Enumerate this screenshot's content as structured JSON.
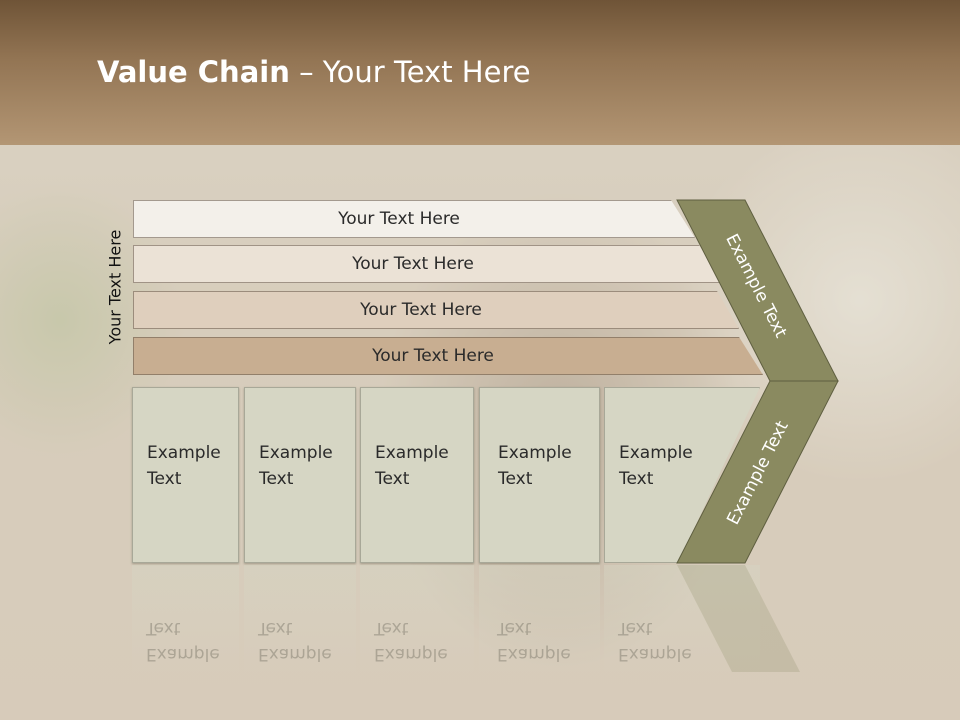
{
  "slide": {
    "title_bold": "Value Chain",
    "title_rest": " – Your Text Here",
    "vertical_label": "Your Text Here"
  },
  "bars": [
    {
      "label": "Your Text Here",
      "color": "#f3f0ea"
    },
    {
      "label": "Your Text Here",
      "color": "#ebe2d6"
    },
    {
      "label": "Your Text Here",
      "color": "#dfcfbd"
    },
    {
      "label": "Your Text Here",
      "color": "#c8ae91"
    }
  ],
  "columns": [
    {
      "line1": "Example",
      "line2": "Text"
    },
    {
      "line1": "Example",
      "line2": "Text"
    },
    {
      "line1": "Example",
      "line2": "Text"
    },
    {
      "line1": "Example",
      "line2": "Text"
    },
    {
      "line1": "Example",
      "line2": "Text"
    }
  ],
  "chevron": {
    "upper_label": "Example Text",
    "lower_label": "Example Text",
    "color": "#8a8a60"
  }
}
